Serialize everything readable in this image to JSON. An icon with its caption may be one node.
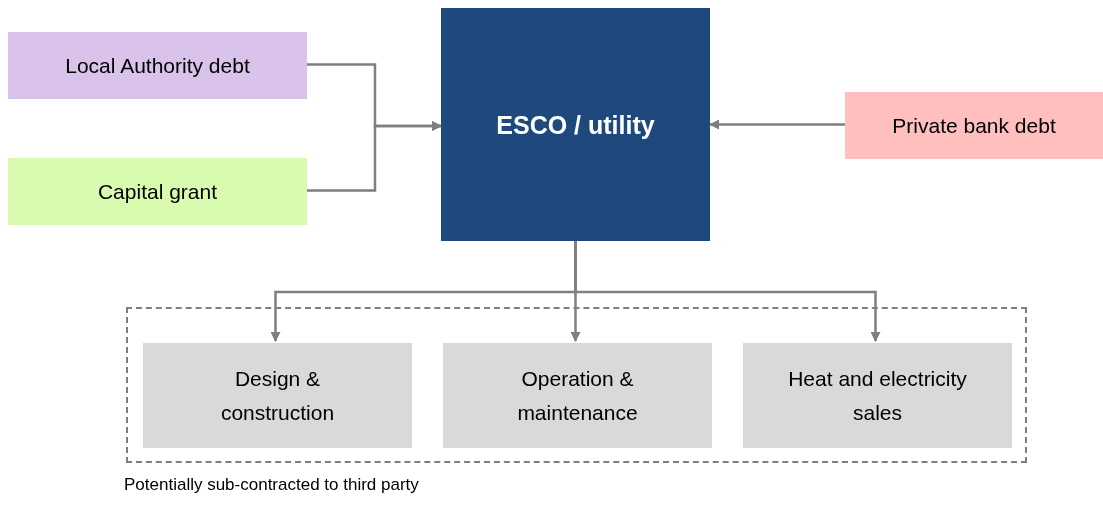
{
  "diagram": {
    "nodes": [
      {
        "text": [
          "Local Authority debt"
        ]
      },
      {
        "text": [
          "Capital grant"
        ]
      },
      {
        "text": [
          "ESCO / utility"
        ]
      },
      {
        "text": [
          "Private bank debt"
        ]
      },
      {
        "text": [],
        "shape": "box",
        "beside": [
          "Potentially sub-contracted to third party"
        ]
      },
      {
        "text": [
          "Design & construction"
        ],
        "in": 4
      },
      {
        "text": [
          "Operation & maintenance"
        ],
        "in": 4
      },
      {
        "text": [
          "Heat and electricity sales"
        ],
        "in": 4
      }
    ],
    "edges": [
      {
        "from": 0,
        "to": 2,
        "arrow": "to"
      },
      {
        "from": 1,
        "to": 2,
        "arrow": "to"
      },
      {
        "from": 3,
        "to": 2,
        "arrow": "to"
      },
      {
        "from": 2,
        "to": 5,
        "arrow": "to"
      },
      {
        "from": 2,
        "to": 6,
        "arrow": "to"
      },
      {
        "from": 2,
        "to": 7,
        "arrow": "to"
      }
    ]
  }
}
